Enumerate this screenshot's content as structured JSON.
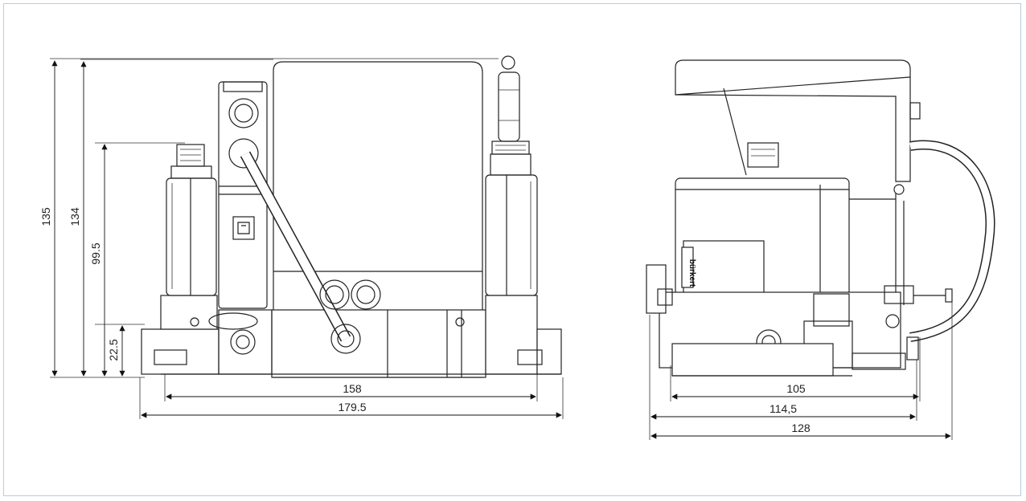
{
  "drawing": {
    "front_view": {
      "dimensions": {
        "height_total": "135",
        "height_body": "134",
        "height_connector": "99.5",
        "height_base": "22.5",
        "width_inner": "158",
        "width_total": "179.5"
      }
    },
    "side_view": {
      "brand_label": "bürkert",
      "dimensions": {
        "depth_a": "105",
        "depth_b": "114,5",
        "depth_c": "128"
      }
    }
  }
}
